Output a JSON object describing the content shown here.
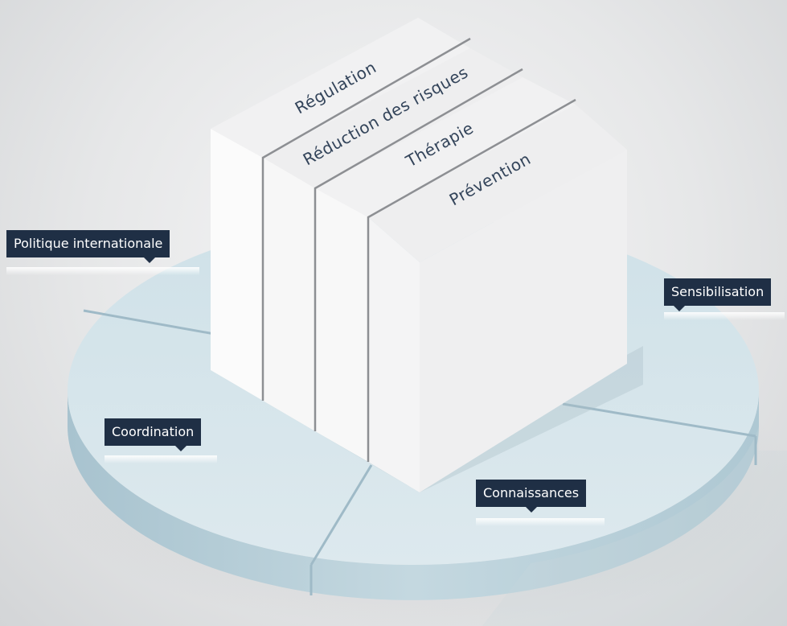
{
  "pillars": [
    {
      "label": "Régulation"
    },
    {
      "label": "Réduction des risques"
    },
    {
      "label": "Thérapie"
    },
    {
      "label": "Prévention"
    }
  ],
  "segments": [
    {
      "label": "Politique internationale"
    },
    {
      "label": "Sensibilisation"
    },
    {
      "label": "Coordination"
    },
    {
      "label": "Connaissances"
    }
  ],
  "colors": {
    "disc_top": "#d6e6ec",
    "disc_side": "#b9d0da",
    "divider": "#9fbac7",
    "box_front": "#f6f6f6",
    "box_side": "#ebebec",
    "tag_bg": "#1f2f45",
    "text": "#33445a"
  }
}
